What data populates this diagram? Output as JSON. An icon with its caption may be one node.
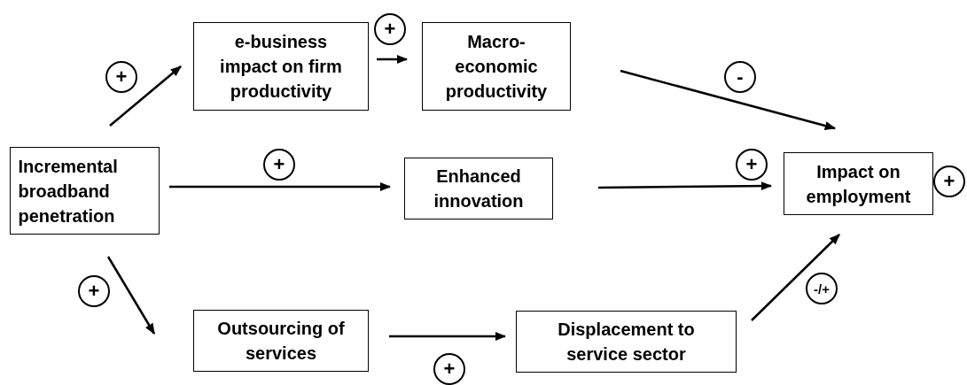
{
  "diagram": {
    "nodes": [
      {
        "text": [
          "Incremental broadband penetration"
        ]
      },
      {
        "text": [
          "e-business impact on firm productivity"
        ]
      },
      {
        "text": [
          "Macro-economic productivity"
        ]
      },
      {
        "text": [
          "Enhanced innovation"
        ]
      },
      {
        "text": [
          "Impact on employment"
        ],
        "beside": [
          "+"
        ]
      },
      {
        "text": [
          "Outsourcing of services"
        ]
      },
      {
        "text": [
          "Displacement to service sector"
        ]
      }
    ],
    "edges": [
      {
        "from": 0,
        "to": 1,
        "arrow": "to",
        "label": "+"
      },
      {
        "from": 1,
        "to": 2,
        "arrow": "to",
        "label": "+"
      },
      {
        "from": 2,
        "to": 4,
        "arrow": "to",
        "label": "-"
      },
      {
        "from": 0,
        "to": 3,
        "arrow": "to",
        "label": "+"
      },
      {
        "from": 3,
        "to": 4,
        "arrow": "to",
        "label": "+"
      },
      {
        "from": 0,
        "to": 5,
        "arrow": "to",
        "label": "+"
      },
      {
        "from": 5,
        "to": 6,
        "arrow": "to",
        "label": "+"
      },
      {
        "from": 6,
        "to": 4,
        "arrow": "to",
        "label": "-/+"
      }
    ]
  }
}
